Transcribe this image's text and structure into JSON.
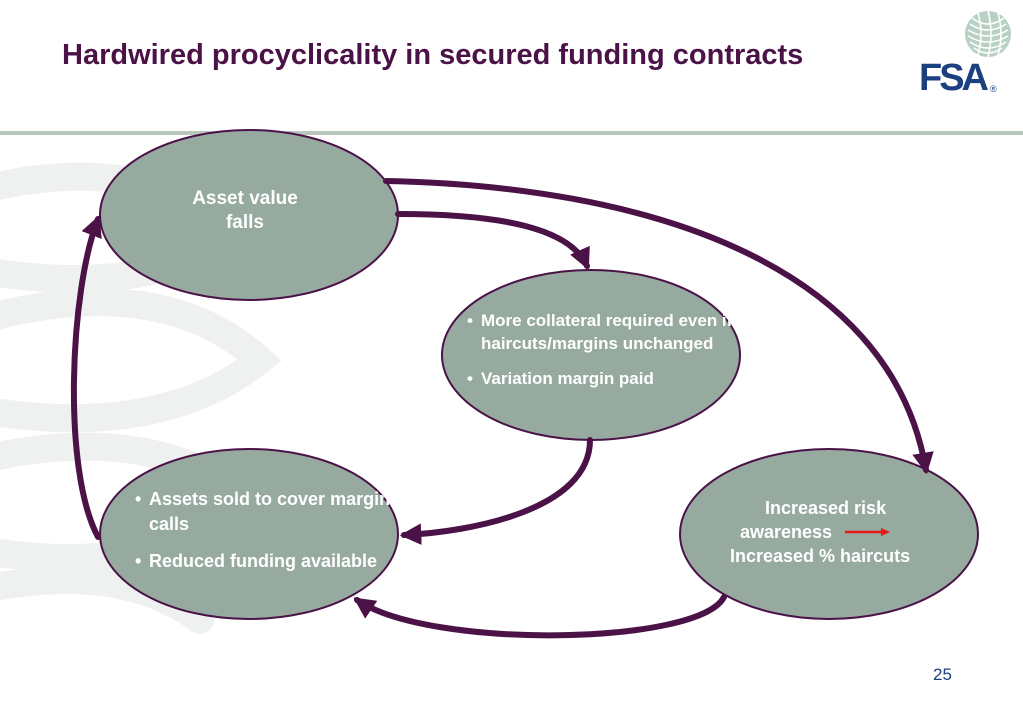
{
  "slide": {
    "title": "Hardwired procyclicality in secured funding contracts",
    "page_number": "25"
  },
  "logo": {
    "text": "FSA",
    "registered": "®"
  },
  "colors": {
    "title": "#4b1248",
    "node_fill": "#96aaa0",
    "node_stroke": "#4b1248",
    "arrow": "#4b1248",
    "red_arrow": "#e31b1b",
    "logo": "#1b3f7f",
    "rule": "#b9c7bd"
  },
  "diagram": {
    "asset": {
      "line1": "Asset value",
      "line2": "falls"
    },
    "collateral": {
      "bullet1": "More collateral required even if % haircuts/margins unchanged",
      "bullet2": "Variation margin paid"
    },
    "sold": {
      "bullet1": "Assets sold to  cover margin calls",
      "bullet2": "Reduced funding available"
    },
    "risk": {
      "line1": "Increased risk",
      "line2": "awareness",
      "line3": "Increased % haircuts"
    }
  }
}
